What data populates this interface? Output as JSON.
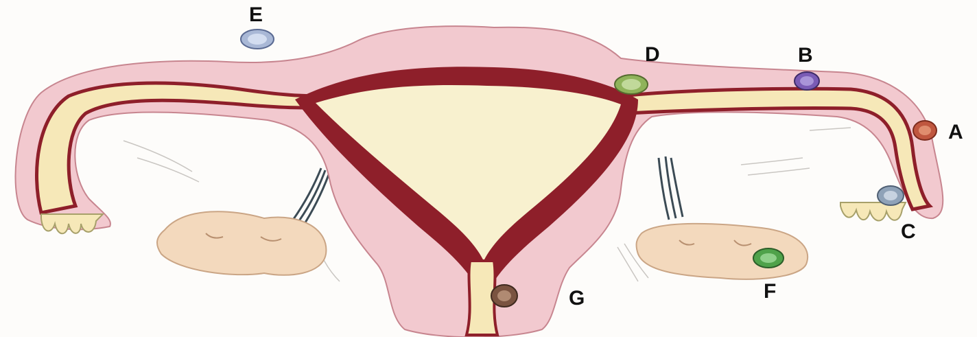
{
  "diagram": {
    "labels": {
      "A": "A",
      "B": "B",
      "C": "C",
      "D": "D",
      "E": "E",
      "F": "F",
      "G": "G"
    }
  },
  "colors": {
    "background": "#fdfcfa",
    "outer_wall": "#f2c9cf",
    "inner_lining": "#8e1f2a",
    "cavity": "#f8f1cf",
    "ovary": "#f3d9bd",
    "ligament": "#3c4b55",
    "egg_a": "#c0573f",
    "egg_b": "#7a5bb5",
    "egg_c": "#8fa2b8",
    "egg_d": "#8fb35a",
    "egg_e": "#a9b8d6",
    "egg_f": "#4fa24a",
    "egg_g": "#7a5340"
  }
}
